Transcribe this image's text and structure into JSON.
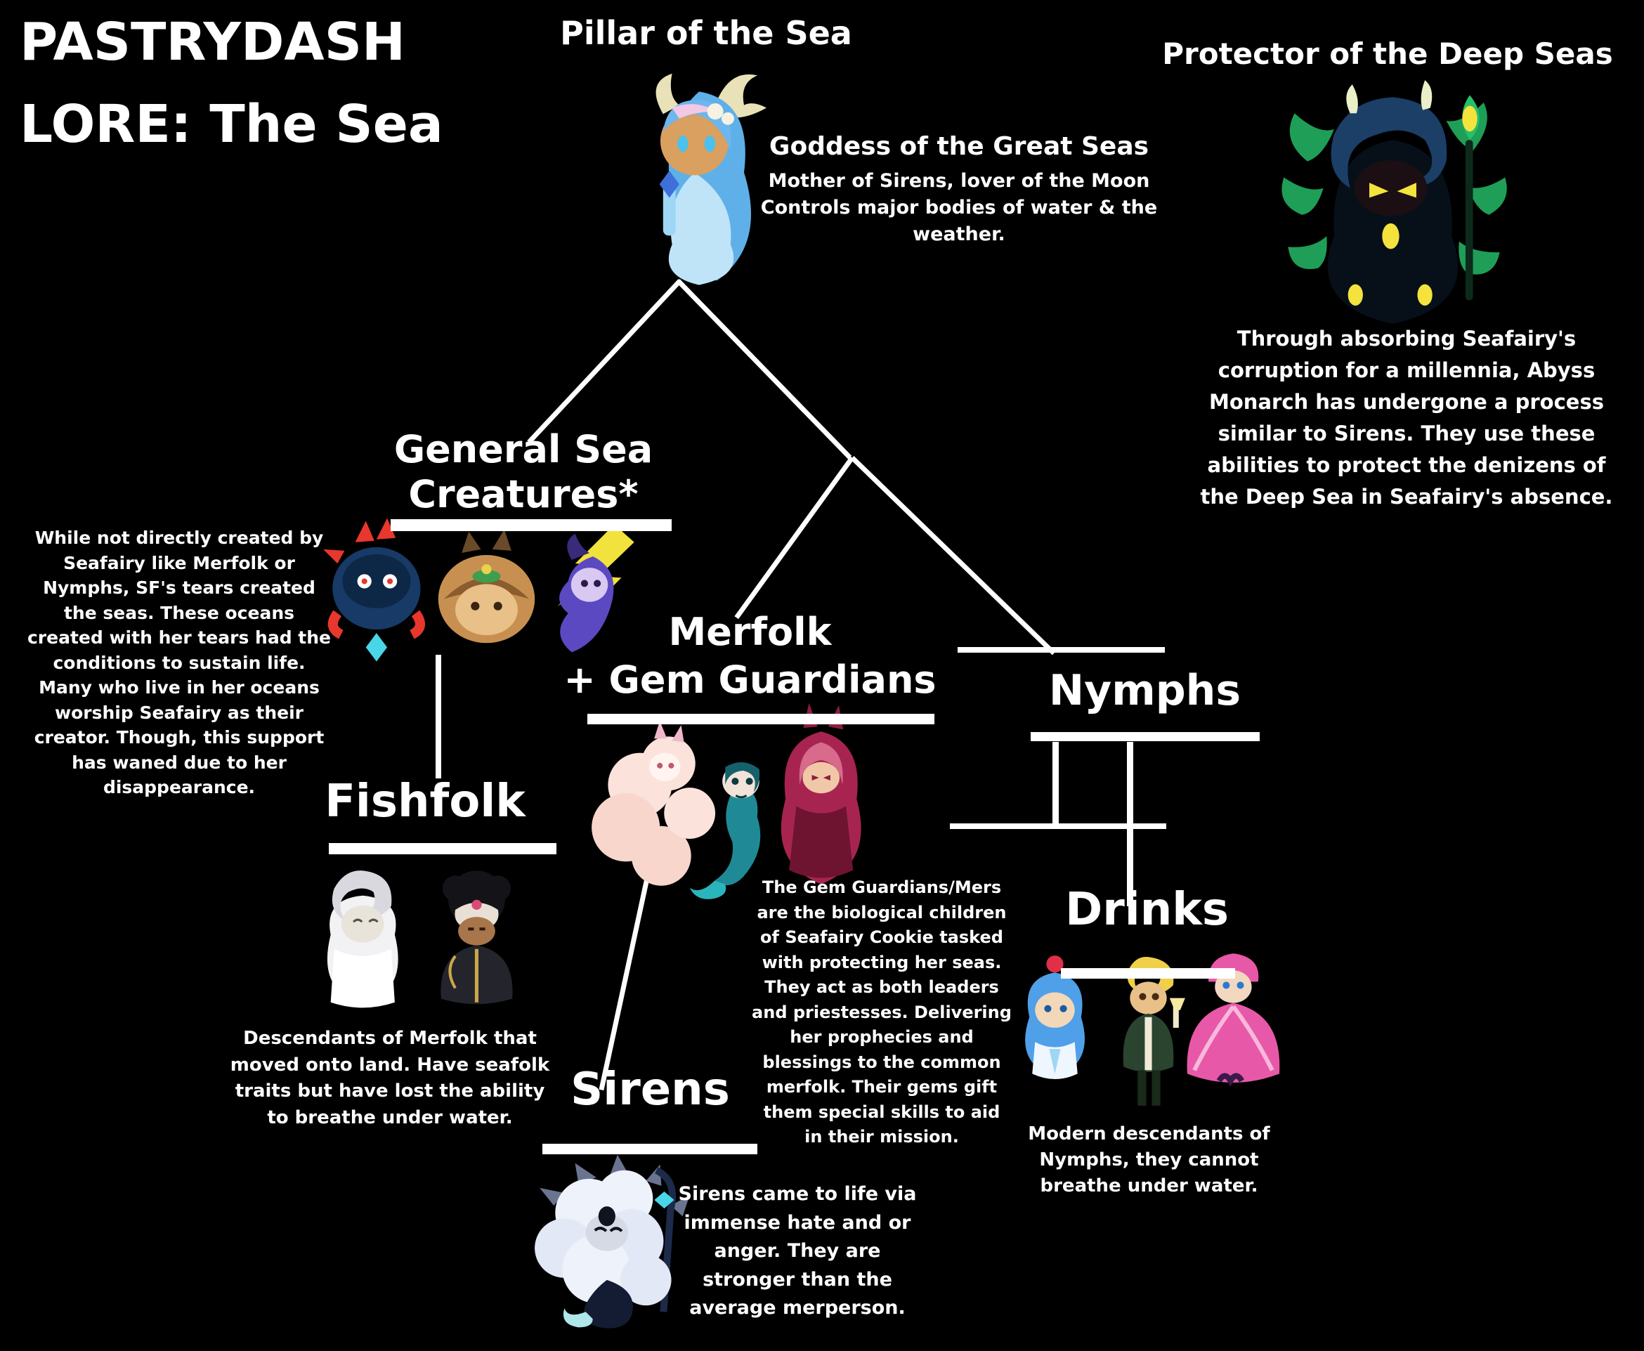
{
  "colors": {
    "background": "#000000",
    "text": "#ffffff",
    "line": "#ffffff"
  },
  "title": {
    "line1": "PASTRYDASH",
    "line2": "LORE: The Sea"
  },
  "pillar": {
    "heading": "Pillar of the Sea",
    "role": "Goddess of the Great Seas",
    "detail1": "Mother of Sirens, lover of the Moon",
    "detail2": "Controls major bodies of water & the weather.",
    "character": "sea-fairy-goddess-cookie"
  },
  "protector": {
    "heading": "Protector of the Deep Seas",
    "paragraph": "Through absorbing Seafairy's corruption for a millennia, Abyss Monarch has undergone a process similar to Sirens. They use these abilities to protect the denizens of the Deep Sea in Seafairy's absence.",
    "character": "abyss-monarch-cookie"
  },
  "general_sea_creatures": {
    "heading_line1": "General Sea",
    "heading_line2": "Creatures*",
    "paragraph": "While not directly created by Seafairy like Merfolk or Nymphs, SF's tears created the seas. These oceans created with her tears had the conditions to sustain life. Many who live in her oceans worship Seafairy as their creator. Though, this support has waned due to her disappearance.",
    "characters": [
      "spiked-crab-creature",
      "armored-turtle-creature",
      "electric-eel-creature"
    ]
  },
  "merfolk": {
    "heading_line1": "Merfolk",
    "heading_line2": "+ Gem Guardians",
    "paragraph": "The Gem Guardians/Mers are the biological children of Seafairy Cookie tasked with protecting her seas. They act as both leaders and priestesses. Delivering her prophecies and blessings to the common merfolk. Their gems gift them special skills to aid in their mission.",
    "characters": [
      "pink-cloud-mer",
      "teal-mermaid",
      "crimson-gem-guardian"
    ]
  },
  "nymphs": {
    "heading": "Nymphs"
  },
  "fishfolk": {
    "heading": "Fishfolk",
    "paragraph": "Descendants of Merfolk that moved onto land. Have seafolk traits but have lost the ability to breathe under water.",
    "characters": [
      "white-robed-fishfolk",
      "dark-garbed-fishfolk"
    ]
  },
  "sirens": {
    "heading": "Sirens",
    "paragraph": "Sirens came to life via immense hate and or anger. They are stronger than the average merperson.",
    "character": "cloud-haired-siren"
  },
  "drinks": {
    "heading": "Drinks",
    "paragraph": "Modern descendants of Nymphs, they cannot breathe under water.",
    "characters": [
      "blue-soda-drink",
      "champagne-drink",
      "pink-punch-drink"
    ]
  }
}
